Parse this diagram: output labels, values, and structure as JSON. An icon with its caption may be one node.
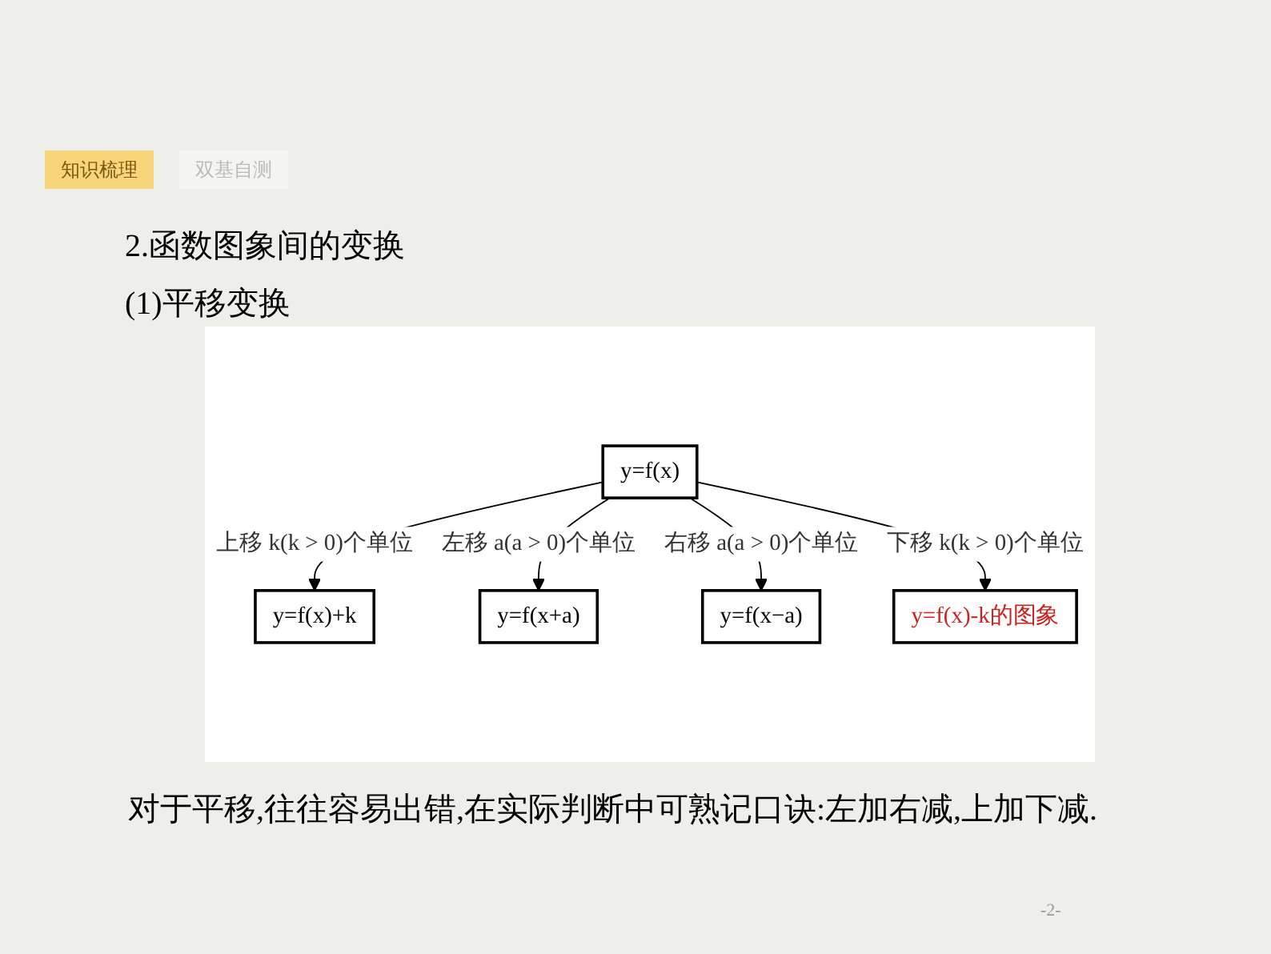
{
  "diagram": {
    "title": "2.函数图象间的变换",
    "nodes": [
      {
        "text": [
          "y=f(x)+k"
        ]
      },
      {
        "text": [
          "y=f(x+a)"
        ]
      },
      {
        "text": [
          "y=f(x)"
        ]
      },
      {
        "text": [
          "y=f(x−a)"
        ]
      },
      {
        "text": [
          "y=f(x)-k的图象"
        ]
      }
    ],
    "edges": [
      {
        "from": 2,
        "to": 0,
        "arrow": "to",
        "label": "上移 k(k > 0)个单位"
      },
      {
        "from": 2,
        "to": 1,
        "arrow": "to",
        "label": "左移 a(a > 0)个单位"
      },
      {
        "from": 2,
        "to": 3,
        "arrow": "to",
        "label": "右移 a(a > 0)个单位"
      },
      {
        "from": 2,
        "to": 4,
        "arrow": "to",
        "label": "下移 k(k > 0)个单位"
      }
    ],
    "labels": [
      "知识梳理",
      "双基自测",
      "(1)平移变换",
      "对于平移,往往容易出错,在实际判断中可熟记口诀:左加右减,上加下减.",
      "-2-"
    ]
  }
}
